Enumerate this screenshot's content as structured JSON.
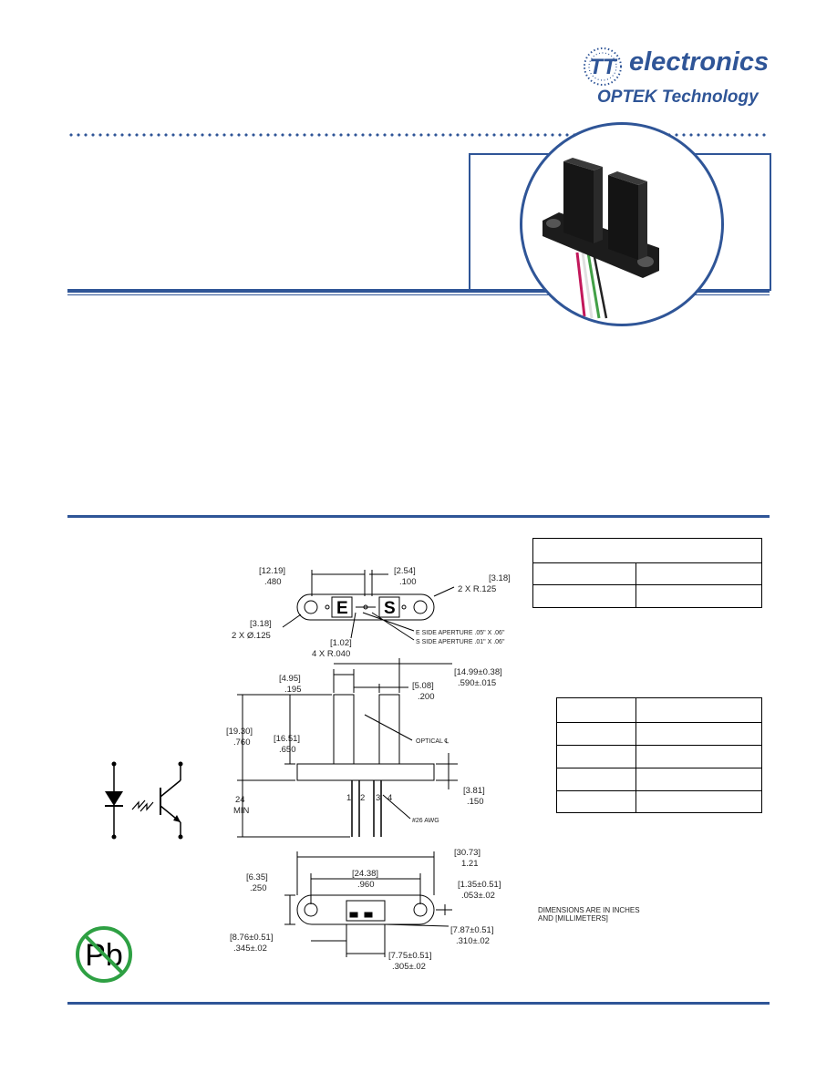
{
  "header": {
    "brand_name": "electronics",
    "brand_sub": "OPTEK Technology",
    "logo_mark": "TT"
  },
  "colors": {
    "accent": "#2f5597",
    "pb_circle": "#2ea043"
  },
  "drawing": {
    "top_view": {
      "d1_mm": "[12.19]",
      "d1_in": ".480",
      "d2_mm": "[2.54]",
      "d2_in": ".100",
      "d3_mm": "[3.18]",
      "d3_in": "2 X R.125",
      "d4_mm": "[3.18]",
      "d4_in": "2 X Ø.125",
      "d5_mm": "[1.02]",
      "d5_in": "4 X R.040",
      "aperture_e": "E SIDE APERTURE .05\" X .06\"",
      "aperture_s": "S SIDE APERTURE .01\" X .06\"",
      "label_e": "E",
      "label_s": "S"
    },
    "side_view": {
      "d1_mm": "[4.95]",
      "d1_in": ".195",
      "d2_mm": "[14.99±0.38]",
      "d2_in": ".590±.015",
      "d3_mm": "[5.08]",
      "d3_in": ".200",
      "d4_mm": "[19.30]",
      "d4_in": ".760",
      "d5_mm": "[16.51]",
      "d5_in": ".650",
      "d6_mm": "[3.81]",
      "d6_in": ".150",
      "d7_in": "24",
      "d7_label": "MIN",
      "optical": "OPTICAL ℄",
      "awg": "#26 AWG",
      "pins": [
        "1",
        "2",
        "3",
        "4"
      ]
    },
    "bottom_view": {
      "d1_mm": "[30.73]",
      "d1_in": "1.21",
      "d2_mm": "[6.35]",
      "d2_in": ".250",
      "d3_mm": "[24.38]",
      "d3_in": ".960",
      "d4_mm": "[1.35±0.51]",
      "d4_in": ".053±.02",
      "d5_mm": "[7.87±0.51]",
      "d5_in": ".310±.02",
      "d6_mm": "[8.76±0.51]",
      "d6_in": ".345±.02",
      "d7_mm": "[7.75±0.51]",
      "d7_in": ".305±.02"
    },
    "note_line1": "DIMENSIONS ARE IN INCHES",
    "note_line2": "AND [MILLIMETERS]"
  },
  "pb_symbol": "Pb"
}
